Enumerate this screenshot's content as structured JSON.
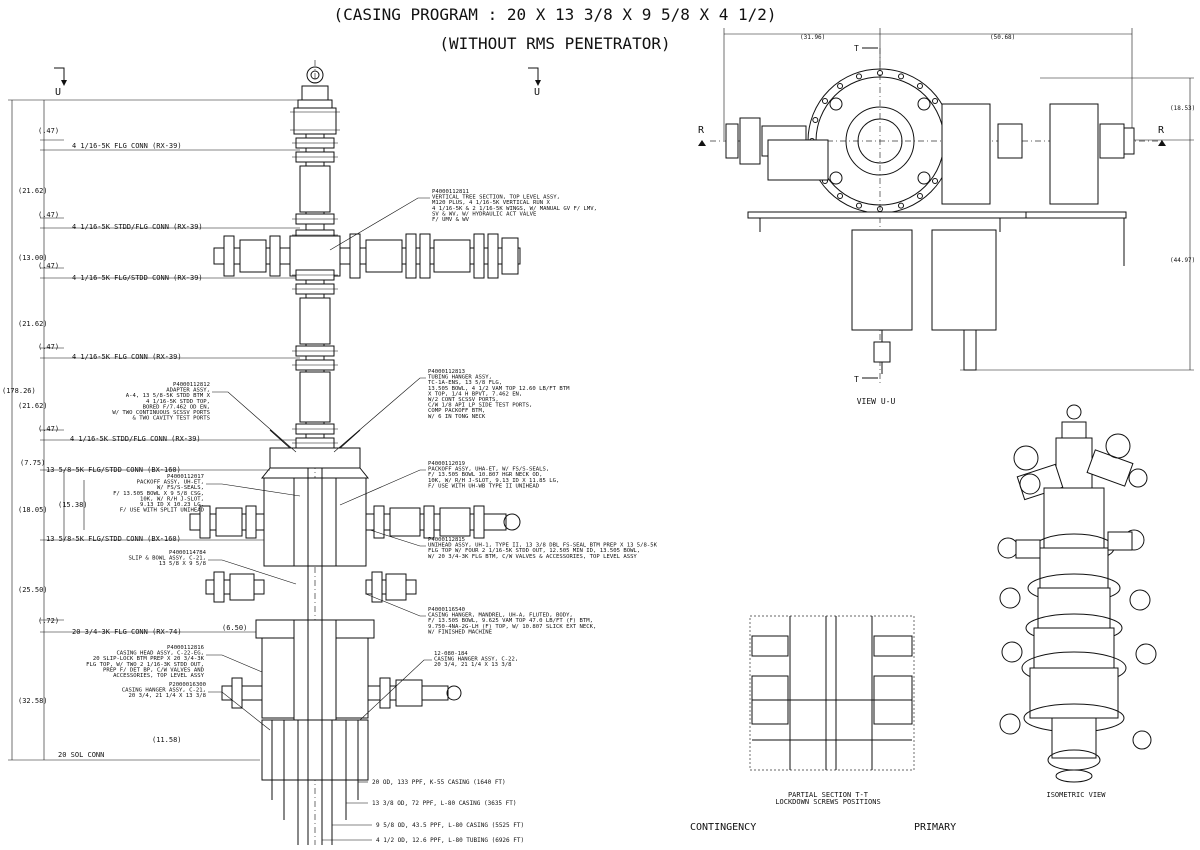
{
  "title": {
    "line1": "(CASING PROGRAM : 20 X 13 3/8 X 9 5/8 X 4 1/2)",
    "line2": "(WITHOUT RMS PENETRATOR)"
  },
  "section_markers": {
    "u": "U",
    "r": "R",
    "t": "T"
  },
  "left_dims": [
    "(.47)",
    "(21.62)",
    "(.47)",
    "(13.00)",
    "(.47)",
    "(21.62)",
    "(.47)",
    "(178.26)",
    "(21.62)",
    "(.47)",
    "(7.75)",
    "(18.05)",
    "(15.38)",
    "(25.50)",
    "(.72)",
    "(6.50)",
    "(32.58)",
    "(11.58)"
  ],
  "connections": [
    "4 1/16-5K FLG CONN (RX-39)",
    "4 1/16-5K STDD/FLG CONN (RX-39)",
    "4 1/16-5K FLG/STDD CONN (RX-39)",
    "4 1/16-5K FLG CONN (RX-39)",
    "4 1/16-5K STDD/FLG CONN (RX-39)",
    "13 5/8-5K FLG/STDD CONN (BX-160)",
    "13 5/8-5K FLG/STDD CONN (BX-160)",
    "20 3/4-3K FLG CONN (RX-74)",
    "20 SOL CONN"
  ],
  "callouts_left": [
    [
      "P4000112812",
      "ADAPTER ASSY,",
      "A-4, 13 5/8-5K STDD BTM X",
      "4 1/16-5K STDD TOP,",
      "BORED F/7.462 OD EN,",
      "W/ TWO CONTINUOUS SCSSV PORTS",
      "& TWO CAVITY TEST PORTS"
    ],
    [
      "P4000112017",
      "PACKOFF ASSY, UH-ET,",
      "W/ FS/S-SEALS,",
      "F/ 13.505 BOWL X 9 5/8 CSG,",
      "10K, W/ R/H J-SLOT,",
      "9.13 ID X 10.23 LG,",
      "F/ USE WITH SPLIT UNIHEAD"
    ],
    [
      "P4000114784",
      "SLIP & BOWL ASSY, C-21,",
      "13 5/8 X 9 5/8"
    ],
    [
      "P4000112816",
      "CASING HEAD ASSY, C-22-EG,",
      "20 SLIP-LOCK BTM PREP X 20 3/4-3K",
      "FLG TOP, W/ TWO 2 1/16-3K STDD OUT,",
      "PREP F/ DET BP, C/W VALVES AND",
      "ACCESSORIES, TOP LEVEL ASSY"
    ],
    [
      "P2000016300",
      "CASING HANGER ASSY, C-21,",
      "20 3/4, 21 1/4 X 13 3/8"
    ]
  ],
  "callouts_right": [
    [
      "P4000112811",
      "VERTICAL TREE SECTION, TOP LEVEL ASSY,",
      "M120 PLUS, 4 1/16-5K VERTICAL RUN X",
      "4 1/16-5K & 2 1/16-5K WINGS, W/ MANUAL GV F/ LMV,",
      "SV & WV, W/ HYDRAULIC ACT VALVE",
      "F/ UMV & WV"
    ],
    [
      "P4000112813",
      "TUBING HANGER ASSY,",
      "TC-1A-ENS, 13 5/8 FLG,",
      "13.505 BOWL, 4 1/2 VAM TOP 12.60 LB/FT BTM",
      "X TOP, 1/4 H BPVT, 7.462 EN,",
      "W/2 CONT SCSSV PORTS,",
      "C/W 1/8 API LP SIDE TEST PORTS,",
      "COMP PACKOFF BTM,",
      "W/ 6 IN TONG NECK"
    ],
    [
      "P4000112019",
      "PACKOFF ASSY, UHA-ET, W/ FS/S-SEALS,",
      "F/ 13.505 BOWL 10.807 HGR NECK OD,",
      "10K, W/ R/H J-SLOT, 9.13 ID X 11.85 LG,",
      "F/ USE WITH UH-WB TYPE II UNIHEAD"
    ],
    [
      "P4000112815",
      "UNIHEAD ASSY, UH-1, TYPE II, 13 3/8 DBL FS-SEAL BTM PREP X 13 5/8-5K",
      "FLG TOP W/ FOUR 2 1/16-5K STDD OUT, 12.505 MIN ID, 13.505 BOWL,",
      "W/ 20 3/4-3K FLG BTM, C/W VALVES & ACCESSORIES, TOP LEVEL ASSY"
    ],
    [
      "P4000116540",
      "CASING HANGER, MANDREL, UH-A, FLUTED, BODY,",
      "F/ 13.505 BOWL, 9.625 VAM TOP 47.0 LB/FT (F) BTM,",
      "9.750-4NA-2G-LH (F) TOP, W/ 10.807 SLICK EXT NECK,",
      "W/ FINISHED MACHINE"
    ],
    [
      "12-080-184",
      "CASING HANGER ASSY, C-22,",
      "20 3/4, 21 1/4 X 13 3/8"
    ]
  ],
  "casing_strings": [
    "20 OD, 133 PPF, K-55 CASING (1640 FT)",
    "13 3/8 OD, 72 PPF, L-80 CASING (3635 FT)",
    "9 5/8 OD, 43.5 PPF, L-80 CASING (5525 FT)",
    "4 1/2 OD, 12.6 PPF, L-80 TUBING (6926 FT)"
  ],
  "top_dims": [
    "(31.96)",
    "(50.68)"
  ],
  "right_dims": [
    "(18.53)",
    "(44.97)"
  ],
  "view_labels": {
    "view_uu": "VIEW U-U",
    "section_tt_line1": "PARTIAL SECTION T-T",
    "section_tt_line2": "LOCKDOWN SCREWS POSITIONS",
    "isometric": "ISOMETRIC VIEW",
    "contingency": "CONTINGENCY",
    "primary": "PRIMARY"
  }
}
